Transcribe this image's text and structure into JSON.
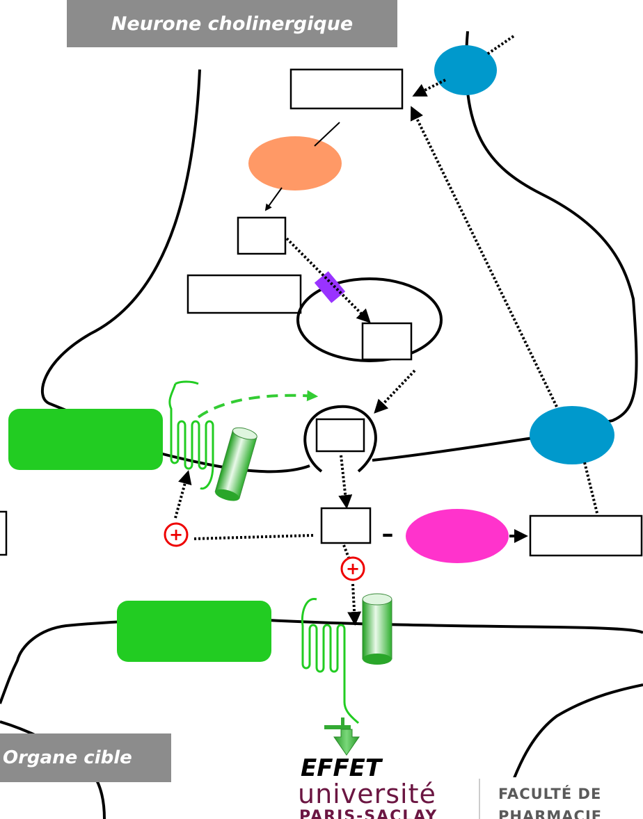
{
  "title_top": "Neurone cholinergique",
  "title_bottom": "Organe cible",
  "effect_label": "EFFET",
  "logo": {
    "university": "université",
    "university_sub": "PARIS-SACLAY",
    "faculty_line1": "FACULTÉ DE",
    "faculty_line2": "PHARMACIE"
  },
  "signs": {
    "plus": "+",
    "minus": "–"
  },
  "colors": {
    "receptor_green": "#22cc22",
    "transporter_blue": "#0099cc",
    "enzyme_orange": "#ff9966",
    "vesicle_transporter_purple": "#9933ff",
    "esterase_magenta": "#ff33cc",
    "plus_red": "#ee0000",
    "banner_grey": "#8c8c8c",
    "logo_maroon": "#6b1642"
  }
}
